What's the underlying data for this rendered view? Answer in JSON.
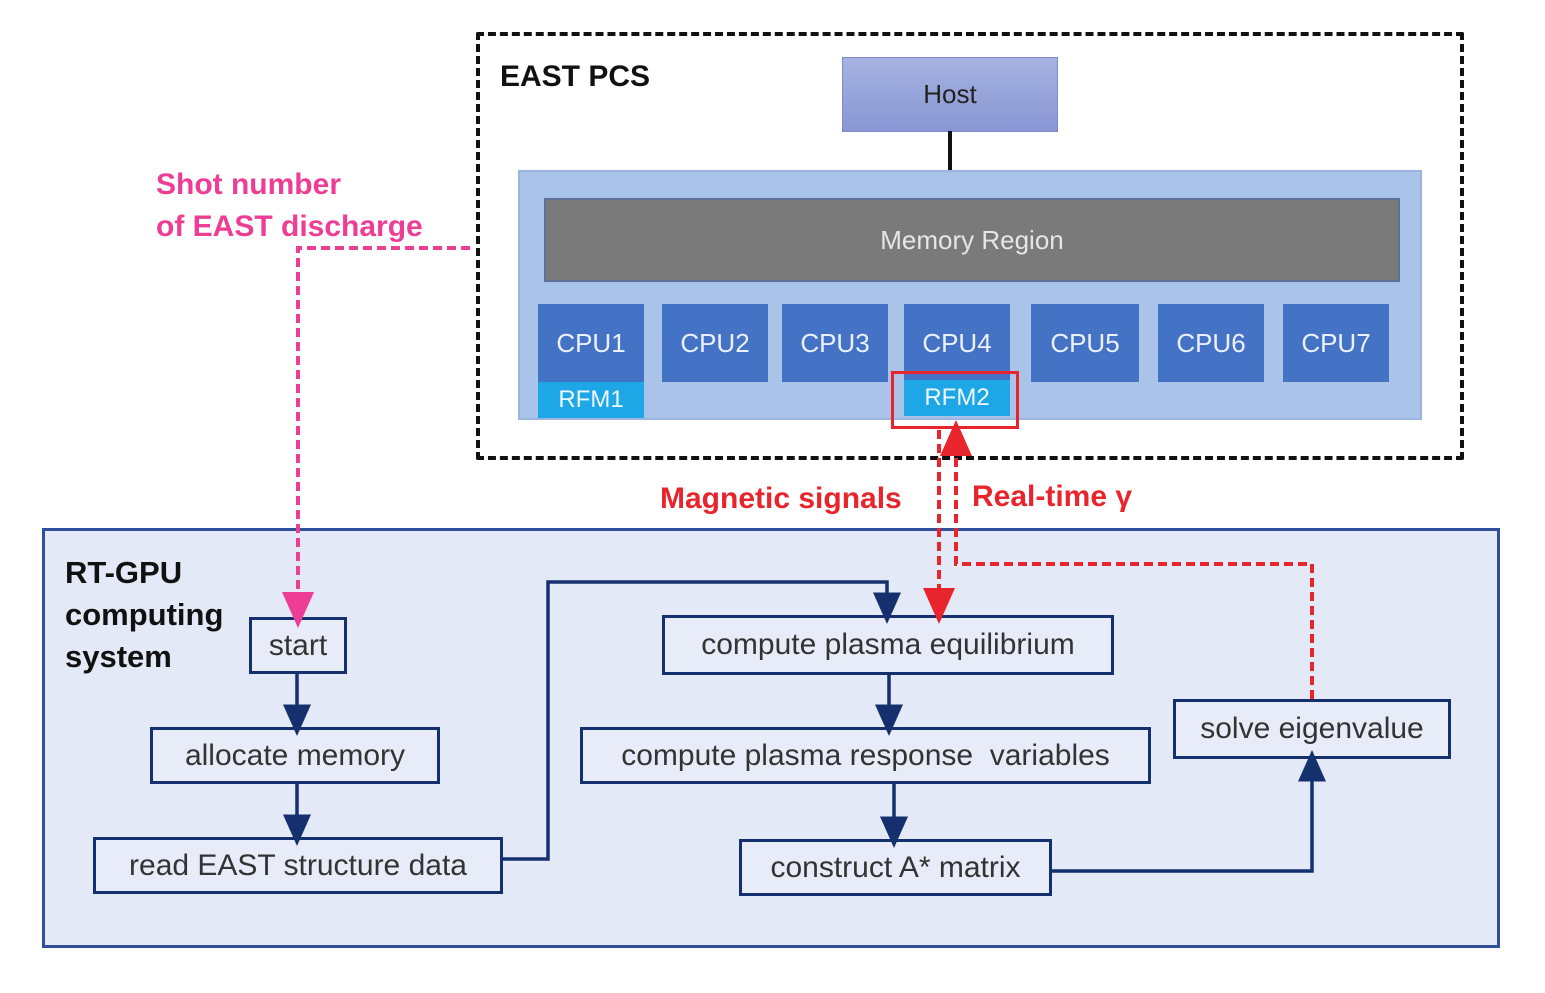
{
  "pcs": {
    "title": "EAST PCS",
    "host": "Host",
    "memory_region": "Memory Region",
    "cpus": [
      "CPU1",
      "CPU2",
      "CPU3",
      "CPU4",
      "CPU5",
      "CPU6",
      "CPU7"
    ],
    "rfms": [
      "RFM1",
      "RFM2"
    ]
  },
  "annotations": {
    "shot_line1": "Shot number",
    "shot_line2": "of EAST discharge",
    "magnetic": "Magnetic signals",
    "realtime": "Real-time γ"
  },
  "gpu": {
    "title_line1": "RT-GPU",
    "title_line2": "computing",
    "title_line3": "system",
    "steps": {
      "start": "start",
      "allocate": "allocate memory",
      "read": "read EAST structure data",
      "equilibrium": "compute plasma equilibrium",
      "response": "compute plasma response  variables",
      "construct": "construct A* matrix",
      "eigen": "solve eigenvalue"
    }
  },
  "colors": {
    "pink": "#ee3d94",
    "red": "#e8242c",
    "navy": "#14306e",
    "cpu": "#4472c4",
    "rfm": "#1ea7e6"
  }
}
